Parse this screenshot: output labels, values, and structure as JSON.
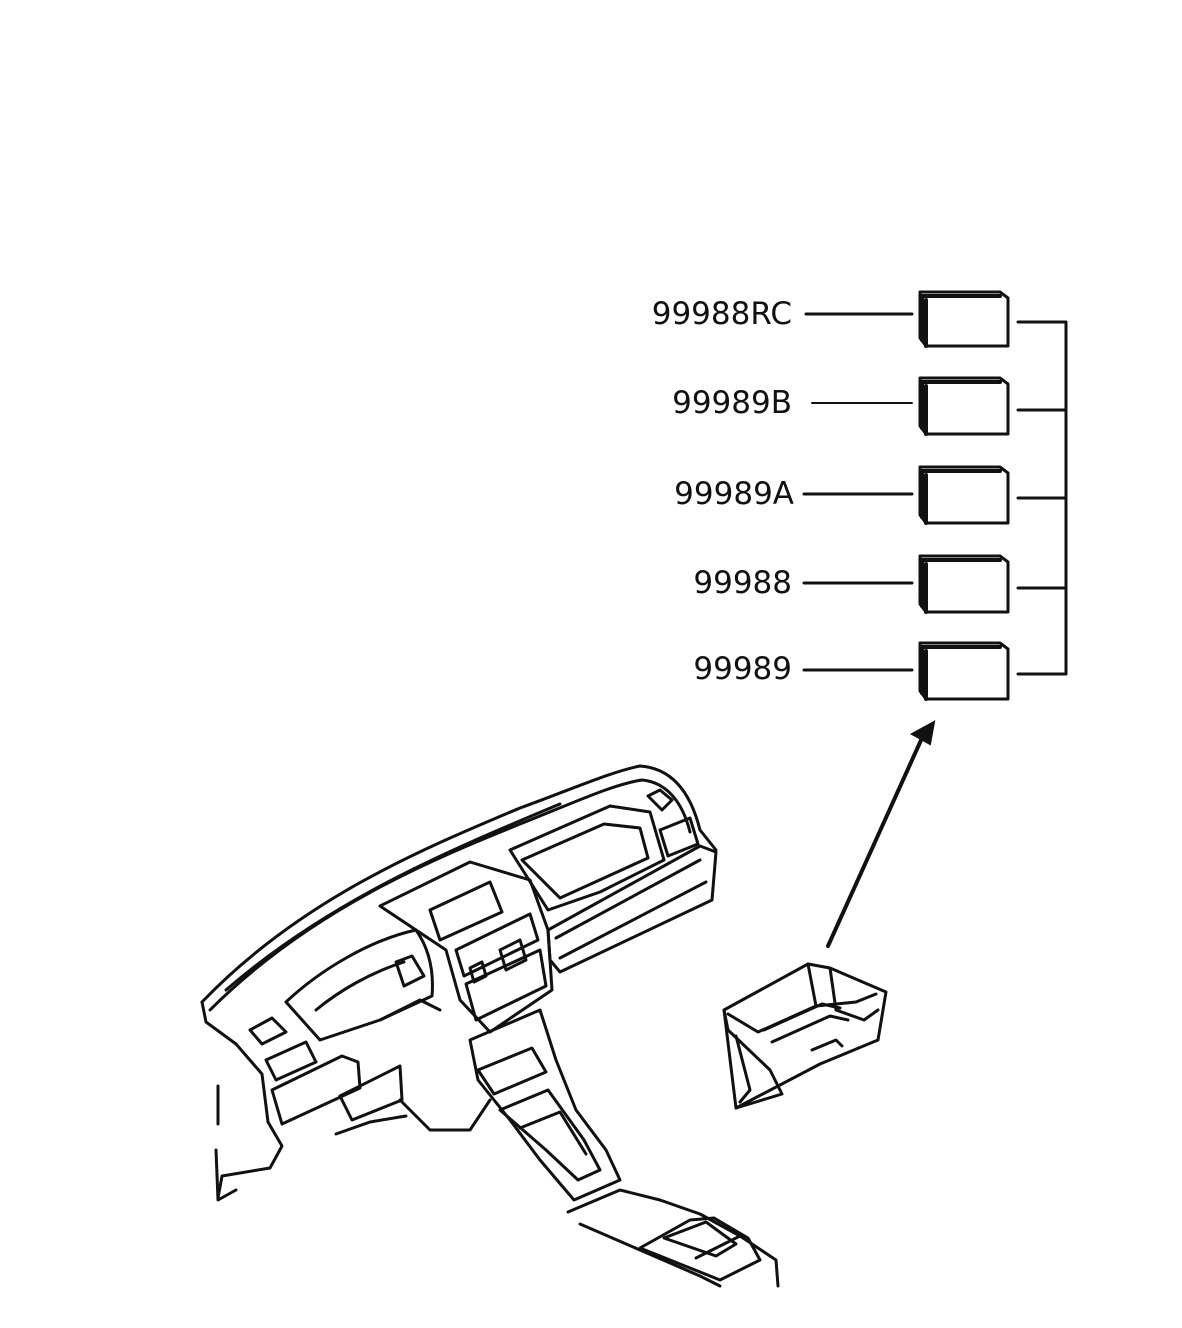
{
  "diagram": {
    "part_numbers": [
      {
        "label": "99988RC"
      },
      {
        "label": "99989B"
      },
      {
        "label": "99989A"
      },
      {
        "label": "99988"
      },
      {
        "label": "99989"
      }
    ],
    "colors": {
      "ink": "#111111",
      "background": "#ffffff"
    }
  }
}
